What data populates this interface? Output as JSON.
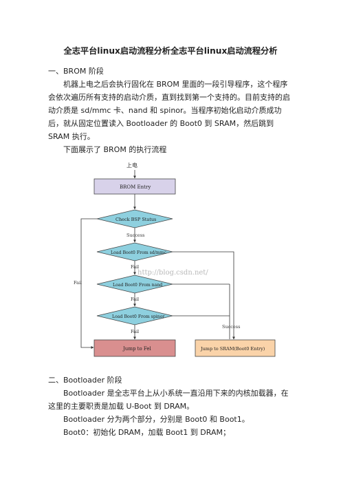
{
  "doc": {
    "title": "全志平台linux启动流程分析全志平台linux启动流程分析",
    "section1_heading": "一、BROM 阶段",
    "section1_para": "机器上电之后会执行固化在 BROM 里面的一段引导程序，这个程序会依次遍历所有支持的启动介质，直到找到第一个支持的。目前支持的启动介质是 sd/mmc 卡、nand 和 spinor。当程序初始化启动介质成功后，就从固定位置读入 Bootloader 的 Boot0 到 SRAM，然后跳到 SRAM 执行。",
    "flow_intro": "下面展示了 BROM 的执行流程",
    "section2_heading": "二、Bootloader 阶段",
    "section2_para": "Bootloader 是全志平台上从小系统一直沿用下来的内核加载器，在这里的主要职责是加载 U-Boot 到 DRAM。",
    "section2_line2": "Bootloader 分为两个部分，分别是 Boot0 和 Boot1。",
    "section2_line3": "Boot0：初始化 DRAM，加载 Boot1 到 DRAM；"
  },
  "flowchart": {
    "power_on": "上电",
    "brom_entry": "BROM Entry",
    "check_bsp": "Check BSP Status",
    "success_label": "Success",
    "load_sdmmc": "Load Boot0 From sd/mmc",
    "fail_1": "Fail",
    "load_nand": "Load Boot0 From nand",
    "fail_2": "Fail",
    "load_spinor": "Load Boot0 From spinor",
    "fail_3": "Fail",
    "fail_left": "Fail",
    "success_right": "Success",
    "jump_fel": "Jump to Fel",
    "jump_sram": "Jump to SRAM(Boot0 Entry)",
    "watermark": "http://blog.csdn.net/",
    "colors": {
      "entry_fill": "#d8d2ea",
      "diamond_fill": "#8ed0df",
      "fel_fill": "#d98f8f",
      "sram_fill": "#fad3a9"
    }
  }
}
